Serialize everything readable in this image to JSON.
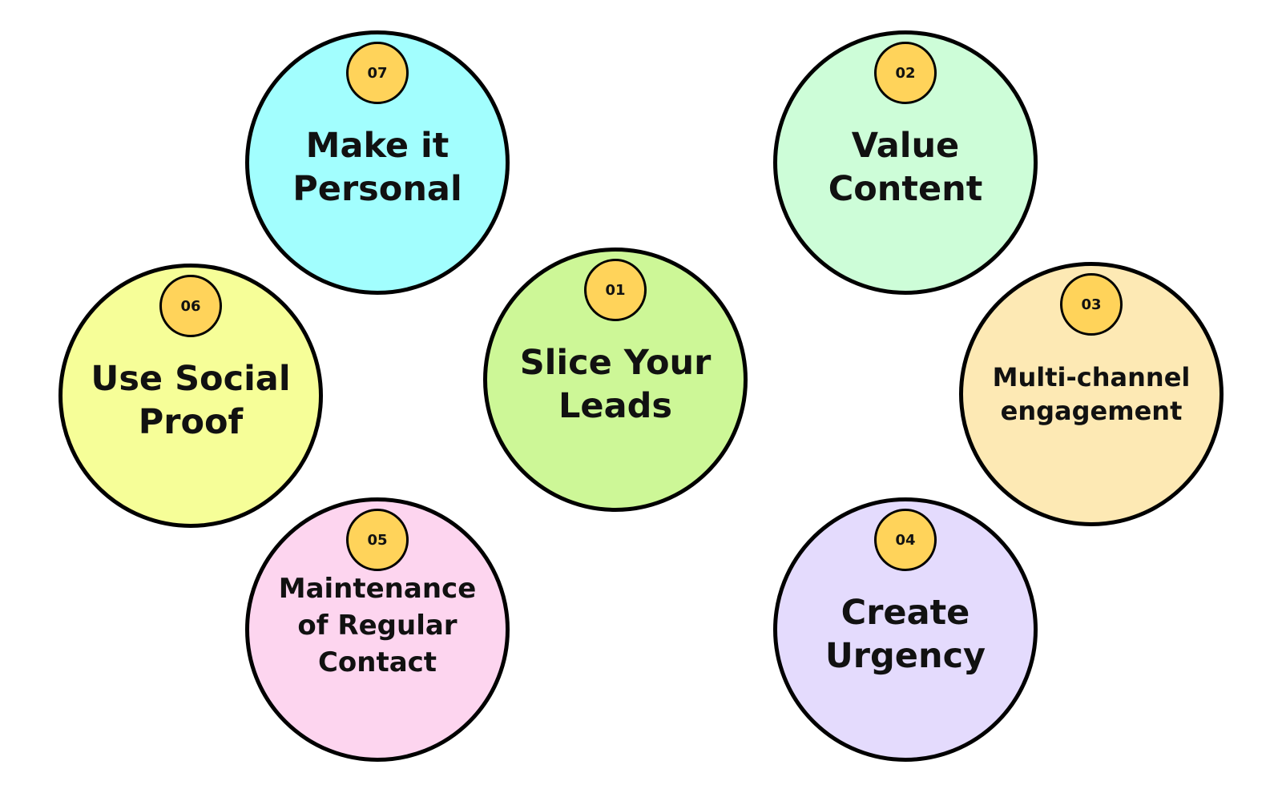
{
  "colors": {
    "badge": "#ffd35a",
    "outline": "#000000"
  },
  "steps": [
    {
      "number": "01",
      "label": "Slice Your\nLeads",
      "color": "#cdf797"
    },
    {
      "number": "02",
      "label": "Value\nContent",
      "color": "#cdfdd8"
    },
    {
      "number": "03",
      "label": "Multi-channel\nengagement",
      "color": "#fde9b4"
    },
    {
      "number": "04",
      "label": "Create\nUrgency",
      "color": "#e4dbfd"
    },
    {
      "number": "05",
      "label": "Maintenance\nof Regular\nContact",
      "color": "#fdd5ef"
    },
    {
      "number": "06",
      "label": "Use Social\nProof",
      "color": "#f6fe98"
    },
    {
      "number": "07",
      "label": "Make it\nPersonal",
      "color": "#a2fefe"
    }
  ]
}
